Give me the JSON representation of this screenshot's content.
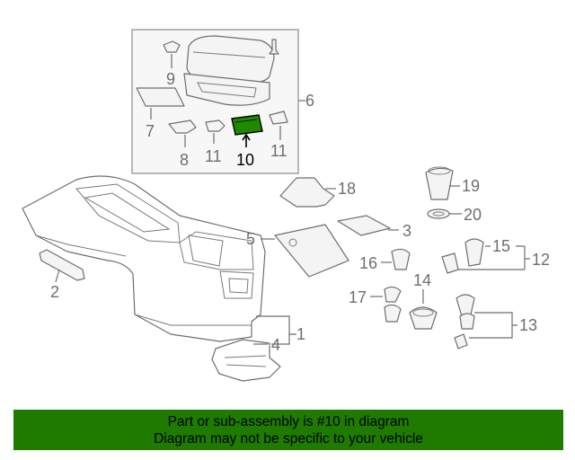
{
  "callouts": {
    "c1": "1",
    "c2": "2",
    "c3": "3",
    "c4": "4",
    "c5": "5",
    "c6": "6",
    "c7": "7",
    "c8": "8",
    "c9": "9",
    "c10": "10",
    "c11a": "11",
    "c11b": "11",
    "c12": "12",
    "c13": "13",
    "c14": "14",
    "c15": "15",
    "c16": "16",
    "c17": "17",
    "c18": "18",
    "c19": "19",
    "c20": "20"
  },
  "highlighted_part": "10",
  "colors": {
    "banner": "#1f7a00",
    "highlight_part": "#1f8a00",
    "line_art": "#6e6e6e"
  },
  "footer": {
    "line1": "Part or sub-assembly is #10 in diagram",
    "line2": "Diagram may not be specific to your vehicle"
  }
}
